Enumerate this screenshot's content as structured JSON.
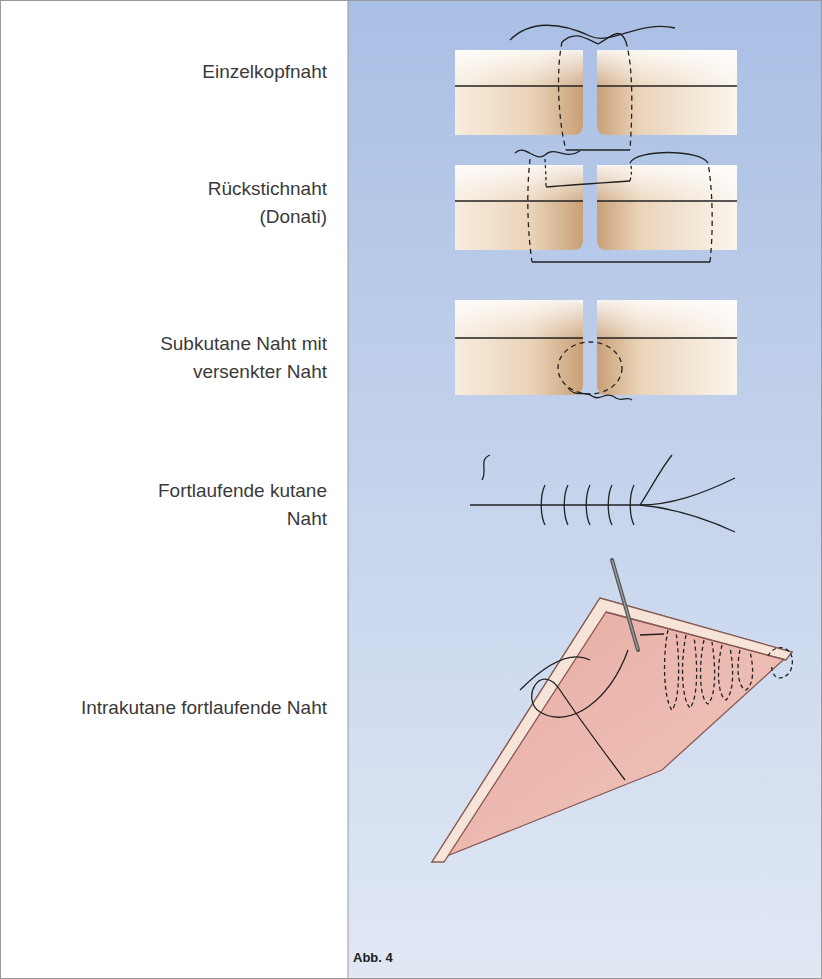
{
  "diagram": {
    "labels": [
      "Einzelkopfnaht",
      "Rückstichnaht (Donati)",
      "Subkutane Naht mit versenkter Naht",
      "Fortlaufende kutane Naht",
      "Intrakutane fortlaufende Naht",
      "Abb. 4"
    ]
  }
}
